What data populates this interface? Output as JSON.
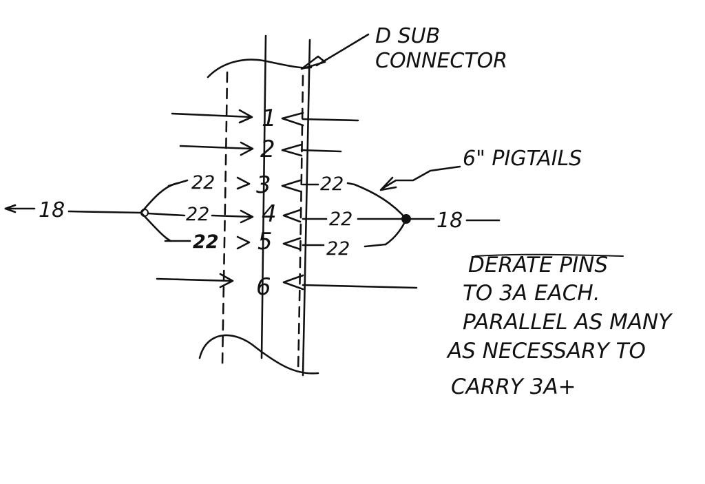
{
  "labels": {
    "connector_title_line1": "D SUB",
    "connector_title_line2": "CONNECTOR",
    "pigtails": "6\" PIGTAILS",
    "left_wire_gauge": "18",
    "right_wire_gauge": "18"
  },
  "pins": [
    {
      "number": "1",
      "left_gauge": "",
      "right_gauge": ""
    },
    {
      "number": "2",
      "left_gauge": "",
      "right_gauge": ""
    },
    {
      "number": "3",
      "left_gauge": "22",
      "right_gauge": "22"
    },
    {
      "number": "4",
      "left_gauge": "22",
      "right_gauge": "22"
    },
    {
      "number": "5",
      "left_gauge": "22",
      "right_gauge": "22"
    },
    {
      "number": "6",
      "left_gauge": "",
      "right_gauge": ""
    }
  ],
  "notes": [
    "DERATE PINS",
    "TO 3A EACH.",
    "PARALLEL AS MANY",
    "AS NECESSARY TO",
    "CARRY 3A+"
  ]
}
